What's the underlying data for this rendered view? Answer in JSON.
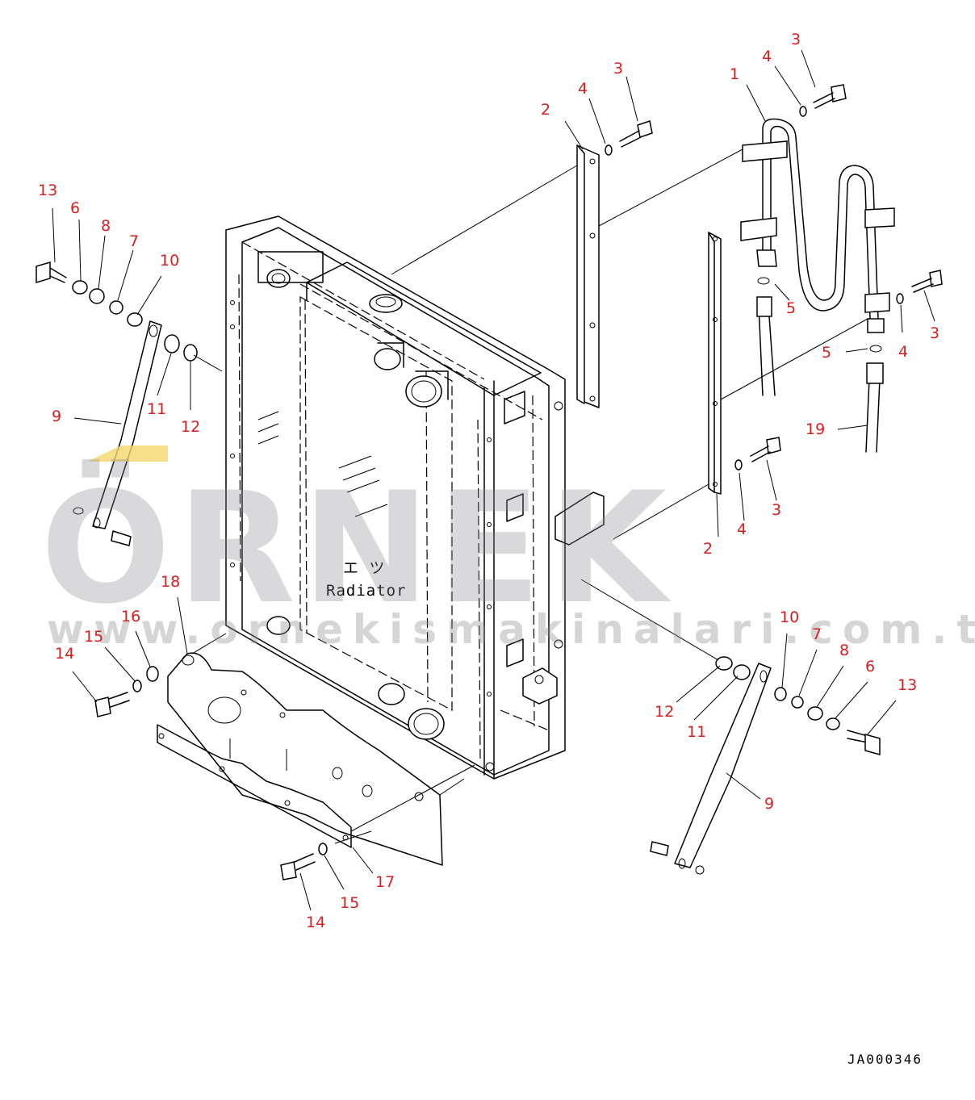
{
  "diagram": {
    "drawing_id": "JA000346",
    "component_label": "Radiator",
    "component_label_jp": "エ ツ",
    "watermark": {
      "brand": "ÖRNEK",
      "url": "www.ornekismakinalari.com.tr",
      "accent_color": "#f5d66b"
    },
    "callout_color": "#d81e1e",
    "callouts": [
      "1",
      "2",
      "2",
      "3",
      "3",
      "3",
      "3",
      "4",
      "4",
      "4",
      "4",
      "5",
      "5",
      "6",
      "6",
      "7",
      "7",
      "8",
      "8",
      "9",
      "9",
      "10",
      "10",
      "11",
      "11",
      "12",
      "12",
      "13",
      "13",
      "14",
      "14",
      "15",
      "15",
      "16",
      "17",
      "18",
      "19"
    ]
  }
}
